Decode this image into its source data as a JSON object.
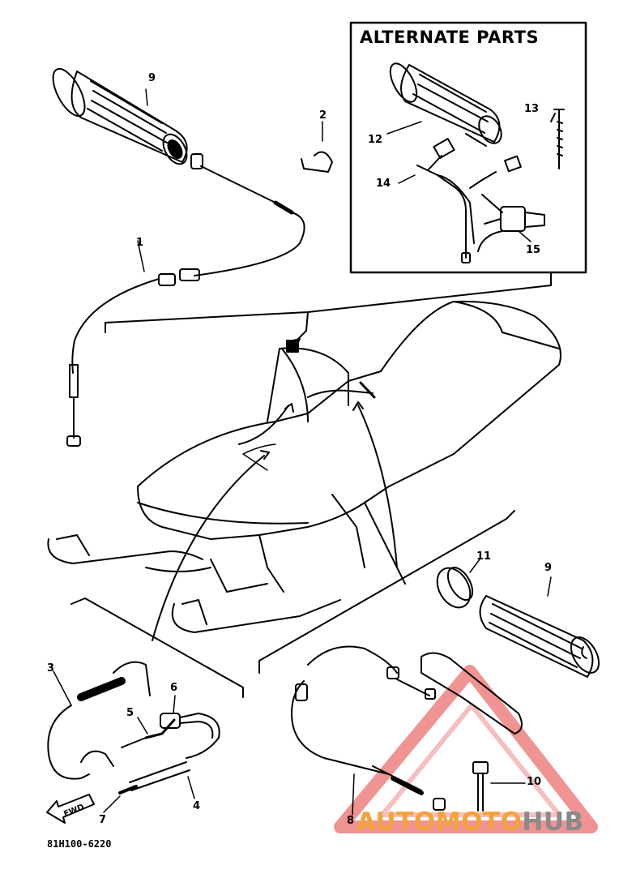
{
  "alternate_box": {
    "title": "ALTERNATE PARTS"
  },
  "callouts": {
    "c1": "1",
    "c2": "2",
    "c3": "3",
    "c4": "4",
    "c5": "5",
    "c6": "6",
    "c7": "7",
    "c8": "8",
    "c9a": "9",
    "c9b": "9",
    "c10": "10",
    "c11": "11",
    "c12": "12",
    "c13": "13",
    "c14": "14",
    "c15": "15"
  },
  "diagram_code": "81H100-6220",
  "watermark": {
    "part1": "AUTO",
    "part2": "MOTO",
    "part3": "HUB"
  },
  "colors": {
    "ink": "#000000",
    "watermark_red": "#e23b3b",
    "watermark_orange": "#f2a33a",
    "watermark_gray": "#8a8a8a"
  }
}
